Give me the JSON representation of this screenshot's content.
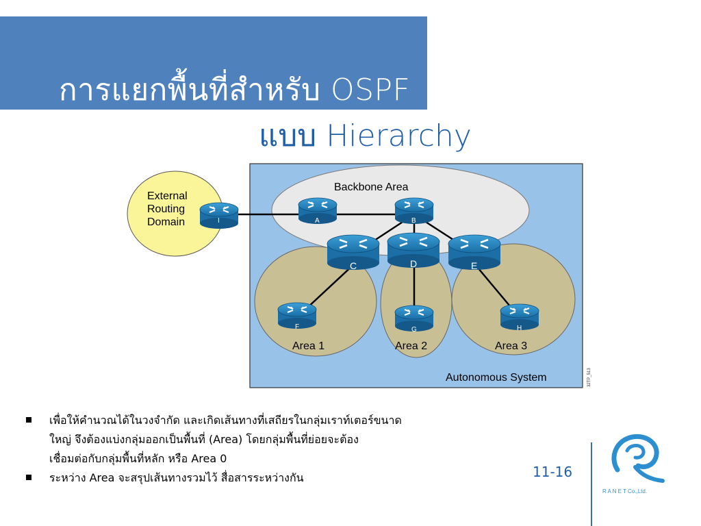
{
  "title": {
    "line1": "การแยกพื้นที่สำหรับ OSPF",
    "line2": "แบบ Hierarchy"
  },
  "diagram": {
    "external_domain": [
      "External",
      "Routing",
      "Domain"
    ],
    "backbone_label": "Backbone Area",
    "areas": [
      "Area 1",
      "Area 2",
      "Area 3"
    ],
    "as_label": "Autonomous System",
    "figure_code": "32TP_513",
    "routers": [
      "I",
      "A",
      "B",
      "C",
      "D",
      "E",
      "F",
      "G",
      "H"
    ]
  },
  "bullets": [
    {
      "lines": [
        "เพื่อให้คำนวณได้ในวงจำกัด และเกิดเส้นทางที่เสถียรในกลุ่มเราท์เตอร์ขนาด",
        "ใหญ่ จึงต้องแบ่งกลุ่มออกเป็นพื้นที่ (Area) โดยกลุ่มพื้นที่ย่อยจะต้อง",
        "เชื่อมต่อกับกลุ่มพื้นที่หลัก หรือ Area 0"
      ]
    },
    {
      "lines": [
        "ระหว่าง Area จะสรุปเส้นทางรวมไว้ สื่อสารระหว่างกัน"
      ]
    }
  ],
  "page_number": "11-16",
  "logo": {
    "text": "R A N E T Co.,Ltd.",
    "icon": "ranet-logo-icon"
  },
  "colors": {
    "title_band": "#4f81bd",
    "title2_text": "#1f5fa8",
    "as_background": "#99c2e8",
    "area_fill": "#c9bf95",
    "backbone_fill": "#e9e9e9",
    "external_fill": "#fbf59a",
    "router": "#1e7db8"
  }
}
